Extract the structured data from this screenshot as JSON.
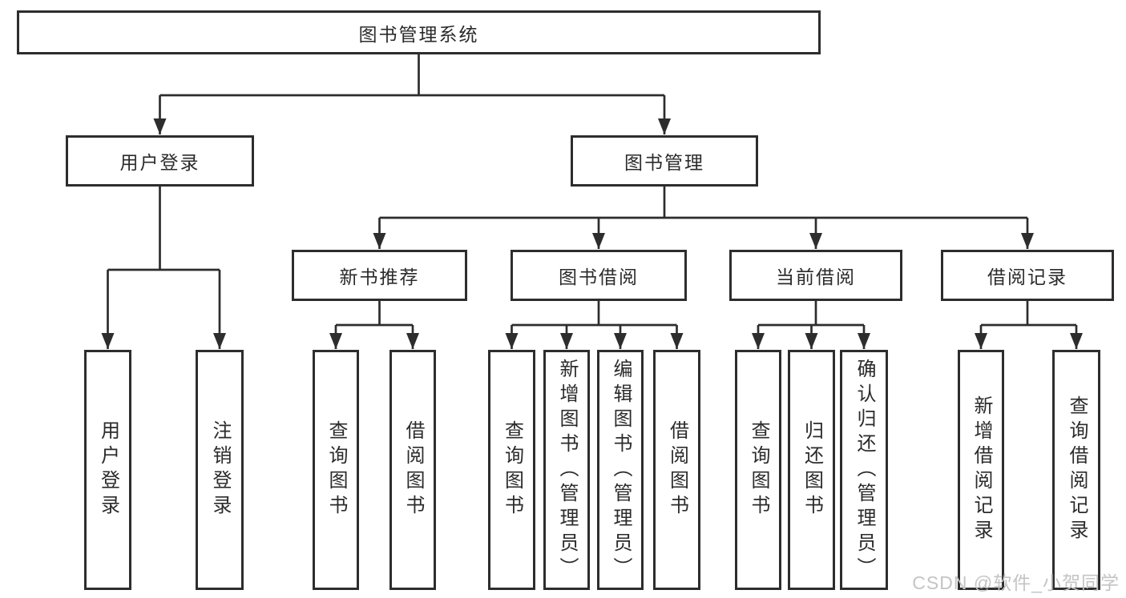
{
  "diagram_type": "tree",
  "tree": {
    "label": "图书管理系统",
    "children": [
      {
        "label": "用户登录",
        "children": [
          {
            "label": "用户登录"
          },
          {
            "label": "注销登录"
          }
        ]
      },
      {
        "label": "图书管理",
        "children": [
          {
            "label": "新书推荐",
            "children": [
              {
                "label": "查询图书"
              },
              {
                "label": "借阅图书"
              }
            ]
          },
          {
            "label": "图书借阅",
            "children": [
              {
                "label": "查询图书"
              },
              {
                "label": "新增图书（管理员）"
              },
              {
                "label": "编辑图书（管理员）"
              },
              {
                "label": "借阅图书"
              }
            ]
          },
          {
            "label": "当前借阅",
            "children": [
              {
                "label": "查询图书"
              },
              {
                "label": "归还图书"
              },
              {
                "label": "确认归还（管理员）"
              }
            ]
          },
          {
            "label": "借阅记录",
            "children": [
              {
                "label": "新增借阅记录"
              },
              {
                "label": "查询借阅记录"
              }
            ]
          }
        ]
      }
    ]
  },
  "watermark": {
    "text": "CSDN @软件_小贺同学"
  },
  "colors": {
    "background": "#ffffff",
    "line": "#2d2d2d",
    "box_border": "#2d2d2d",
    "text": "#2b2b2b",
    "watermark": "#c4c4c4"
  }
}
